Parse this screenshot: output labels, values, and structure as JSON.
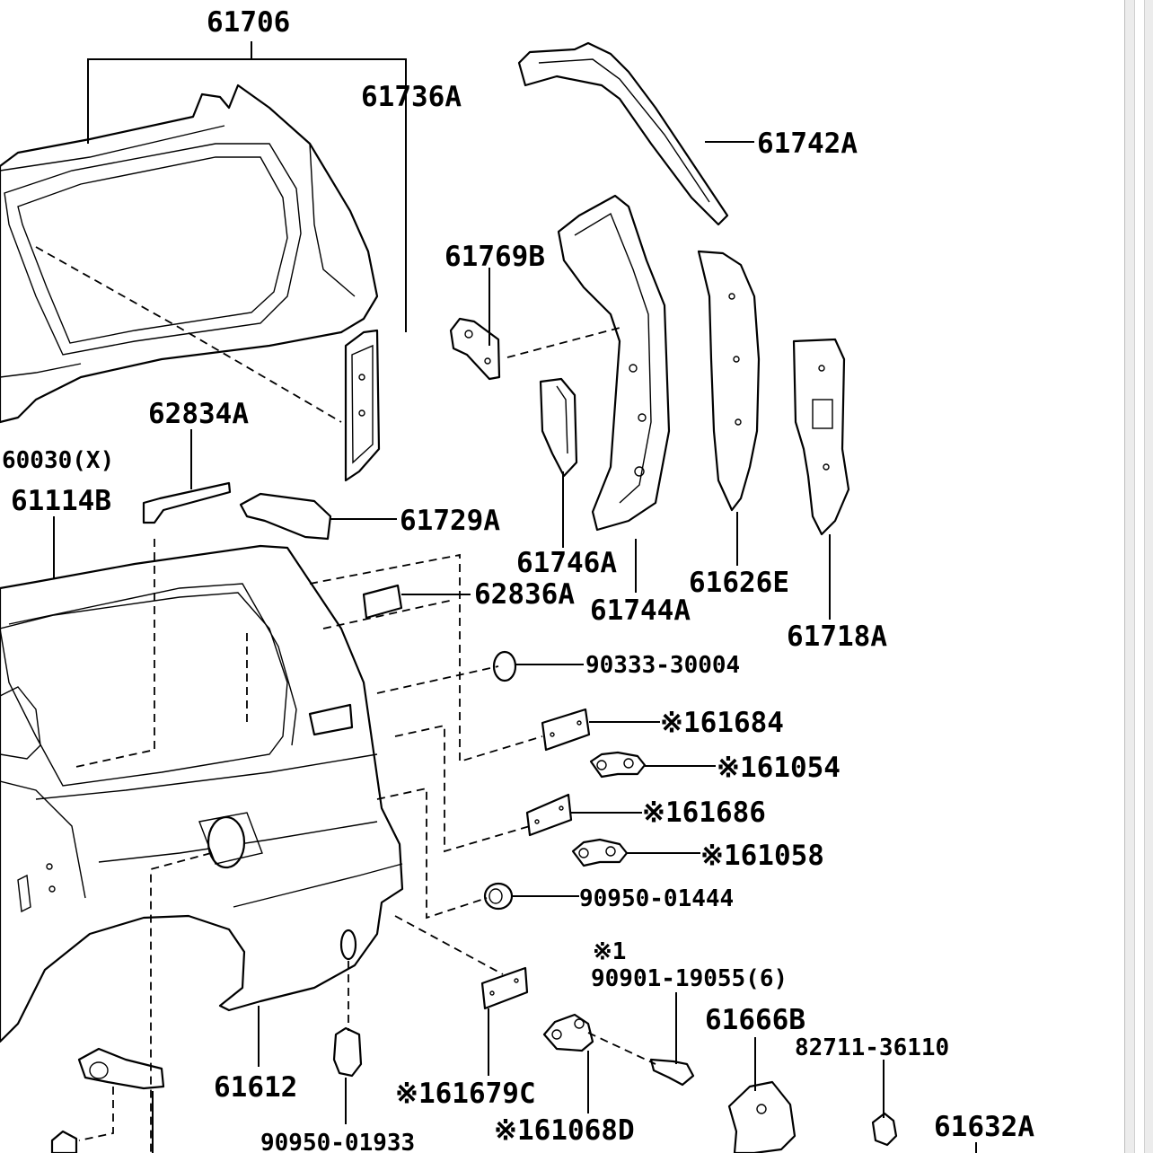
{
  "labels": {
    "p61706": "61706",
    "p61736A": "61736A",
    "p61742A": "61742A",
    "p61769B": "61769B",
    "p62834A": "62834A",
    "p60030X": "60030(X)",
    "p61114B": "61114B",
    "p61729A": "61729A",
    "p61746A": "61746A",
    "p62836A": "62836A",
    "p61744A": "61744A",
    "p61626E": "61626E",
    "p61718A": "61718A",
    "p90333_30004": "90333-30004",
    "p61684": "※161684",
    "p61054": "※161054",
    "p61686": "※161686",
    "p61058": "※161058",
    "p90950_01444": "90950-01444",
    "note1": "※1",
    "p90901_19055": "90901-19055(6)",
    "p61666B": "61666B",
    "p82711_36110": "82711-36110",
    "p61612": "61612",
    "p61679C": "※161679C",
    "p61068D": "※161068D",
    "p90950_01933": "90950-01933",
    "p61632A": "61632A"
  }
}
